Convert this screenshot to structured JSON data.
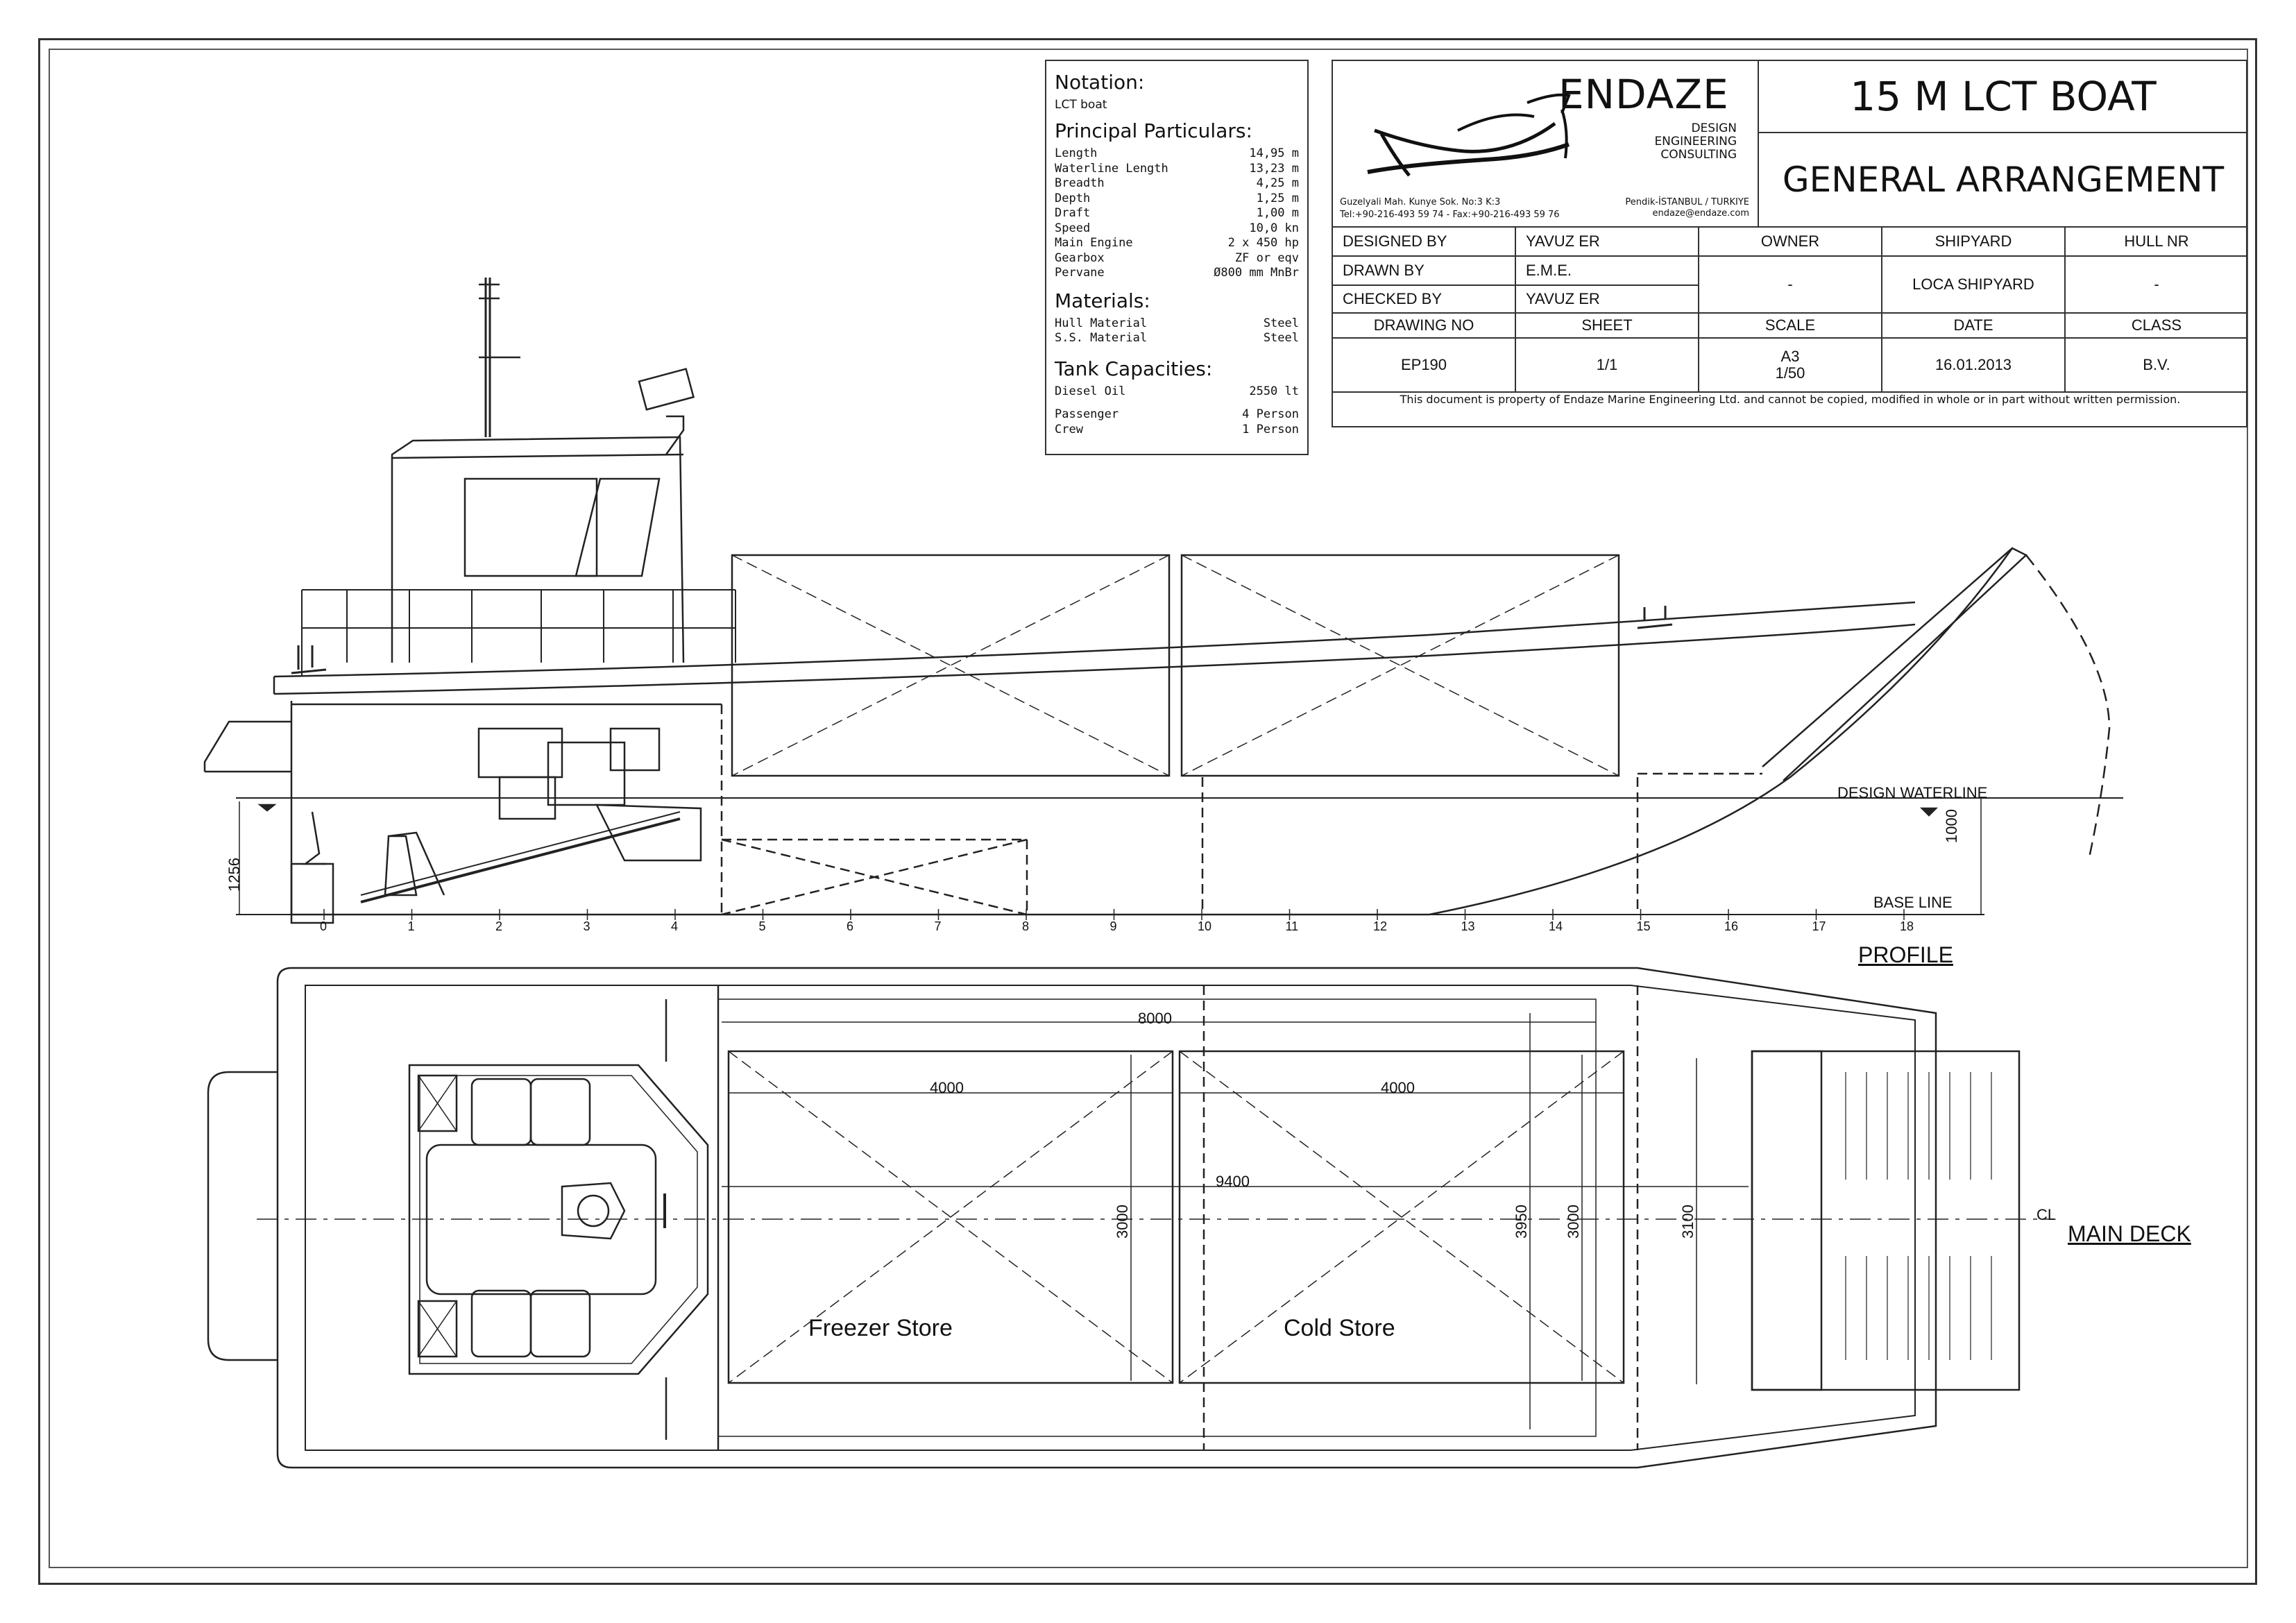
{
  "notation": {
    "heading": "Notation:",
    "value": "LCT boat",
    "particulars_heading": "Principal Particulars:",
    "particulars": [
      {
        "label": "Length",
        "value": "14,95 m"
      },
      {
        "label": "Waterline Length",
        "value": "13,23 m"
      },
      {
        "label": "Breadth",
        "value": "4,25 m"
      },
      {
        "label": "Depth",
        "value": "1,25 m"
      },
      {
        "label": "Draft",
        "value": "1,00 m"
      },
      {
        "label": "Speed",
        "value": "10,0 kn"
      },
      {
        "label": "Main Engine",
        "value": "2 x 450 hp"
      },
      {
        "label": "Gearbox",
        "value": "ZF or eqv"
      },
      {
        "label": "Pervane",
        "value": "Ø800 mm MnBr"
      }
    ],
    "materials_heading": "Materials:",
    "materials": [
      {
        "label": "Hull Material",
        "value": "Steel"
      },
      {
        "label": "S.S. Material",
        "value": "Steel"
      }
    ],
    "tanks_heading": "Tank Capacities:",
    "tanks": [
      {
        "label": "Diesel Oil",
        "value": "2550 lt"
      }
    ],
    "people": [
      {
        "label": "Passenger",
        "value": "4 Person"
      },
      {
        "label": "Crew",
        "value": "1 Person"
      }
    ]
  },
  "titleblock": {
    "brand": "ENDAZE",
    "brand_sub": [
      "DESIGN",
      "ENGINEERING",
      "CONSULTING"
    ],
    "address_left": "Guzelyali Mah. Kunye Sok. No:3 K:3",
    "address_right": "Pendik-İSTANBUL / TURKIYE",
    "tel": "Tel:+90-216-493 59 74 - Fax:+90-216-493 59 76",
    "email": "endaze@endaze.com",
    "title": "15 M LCT BOAT",
    "subtitle": "GENERAL ARRANGEMENT",
    "designed_by_label": "DESIGNED BY",
    "designed_by": "YAVUZ ER",
    "drawn_by_label": "DRAWN BY",
    "drawn_by": "E.M.E.",
    "checked_by_label": "CHECKED BY",
    "checked_by": "YAVUZ ER",
    "owner_label": "OWNER",
    "owner": "-",
    "shipyard_label": "SHIPYARD",
    "shipyard": "LOCA SHIPYARD",
    "hull_label": "HULL NR",
    "hull": "-",
    "drawing_no_label": "DRAWING NO",
    "drawing_no": "EP190",
    "sheet_label": "SHEET",
    "sheet": "1/1",
    "scale_label": "SCALE",
    "scale_paper": "A3",
    "scale": "1/50",
    "date_label": "DATE",
    "date": "16.01.2013",
    "class_label": "CLASS",
    "class": "B.V.",
    "copyright": "This document is property of  Endaze Marine Engineering Ltd. and cannot be copied, modified in whole or in part without written permission."
  },
  "profile": {
    "label": "PROFILE",
    "design_waterline": "DESIGN WATERLINE",
    "base_line": "BASE LINE",
    "dim_draft": "1000",
    "dim_aft": "1256",
    "frames": [
      "0",
      "1",
      "2",
      "3",
      "4",
      "5",
      "6",
      "7",
      "8",
      "9",
      "10",
      "11",
      "12",
      "13",
      "14",
      "15",
      "16",
      "17",
      "18"
    ]
  },
  "deck": {
    "label": "MAIN DECK",
    "centerline": "CL",
    "dim_overall": "8000",
    "dim_store1": "4000",
    "dim_store2": "4000",
    "dim_hold": "9400",
    "dim_w1": "3000",
    "dim_w2": "3950",
    "dim_w3": "3000",
    "dim_w4": "3100",
    "store1": "Freezer Store",
    "store2": "Cold Store"
  }
}
